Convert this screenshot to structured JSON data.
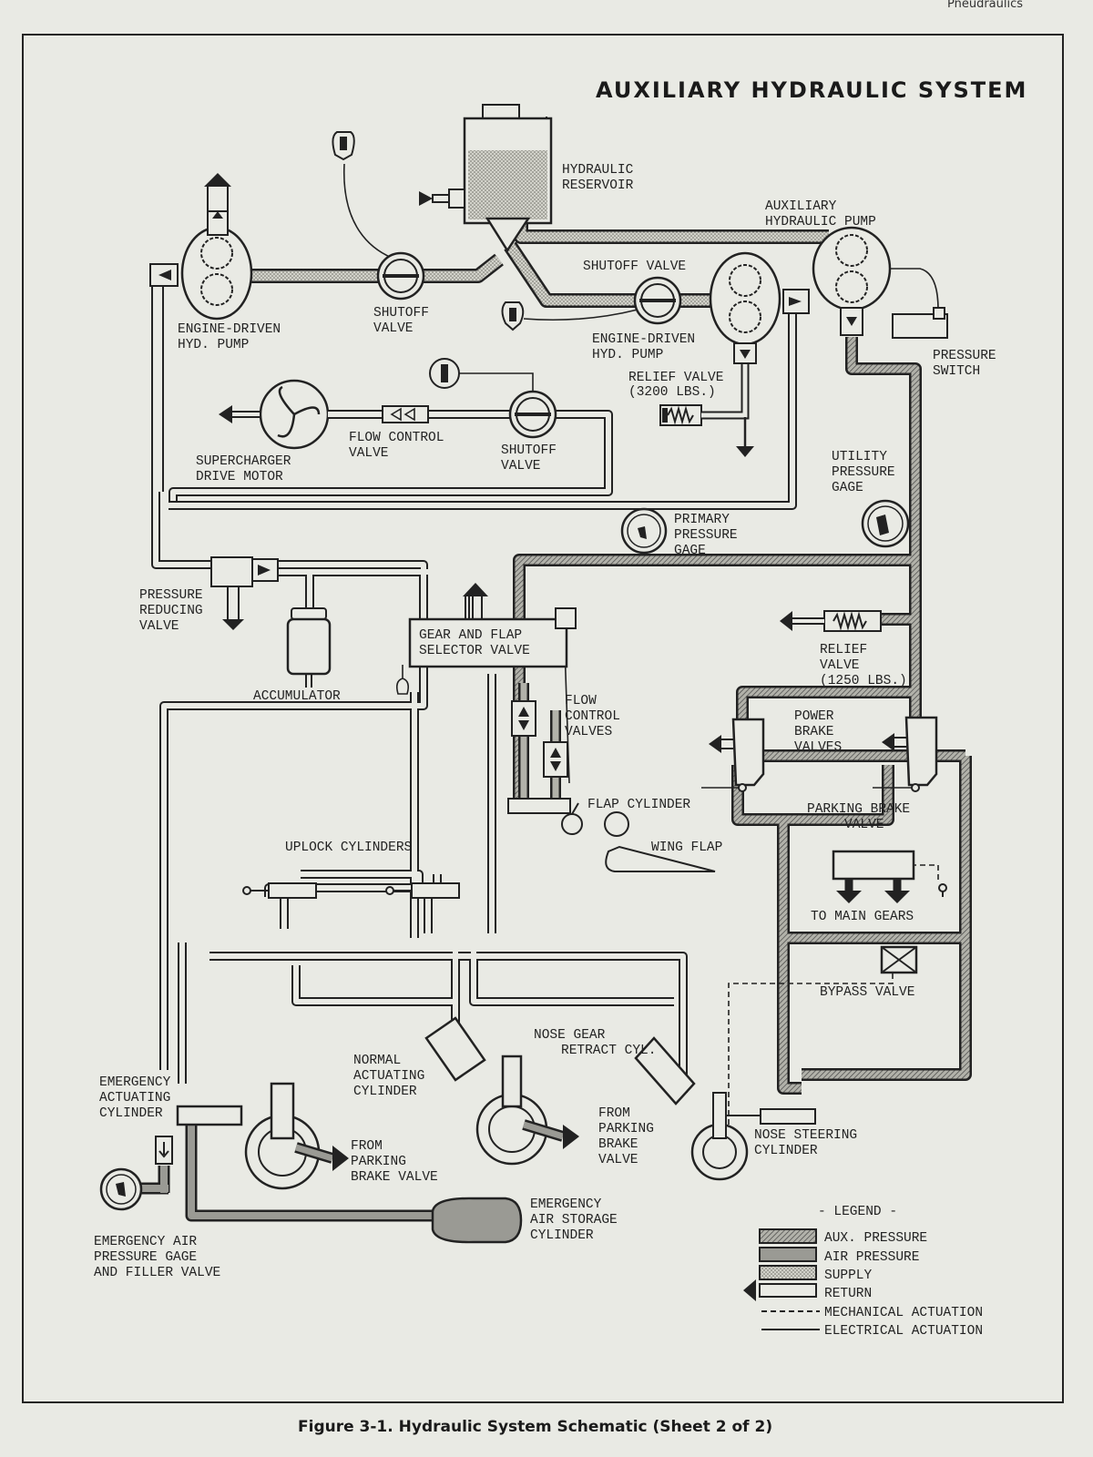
{
  "header": {
    "running_head": "Pneudraulics"
  },
  "title": "AUXILIARY HYDRAULIC SYSTEM",
  "caption": "Figure 3-1. Hydraulic System Schematic (Sheet 2 of 2)",
  "components": {
    "hydraulic_reservoir": [
      "HYDRAULIC",
      "RESERVOIR"
    ],
    "auxiliary_pump": [
      "AUXILIARY",
      "HYDRAULIC PUMP"
    ],
    "shutoff_valve_top": "SHUTOFF VALVE",
    "shutoff_valve_left": [
      "SHUTOFF",
      "VALVE"
    ],
    "engine_pump_left": [
      "ENGINE-DRIVEN",
      "HYD. PUMP"
    ],
    "engine_pump_right": [
      "ENGINE-DRIVEN",
      "HYD. PUMP"
    ],
    "pressure_switch": [
      "PRESSURE",
      "SWITCH"
    ],
    "relief_valve_3200": [
      "RELIEF VALVE",
      "(3200 LBS.)"
    ],
    "flow_control_valve": [
      "FLOW CONTROL",
      "VALVE"
    ],
    "shutoff_valve_mid": [
      "SHUTOFF",
      "VALVE"
    ],
    "supercharger_motor": [
      "SUPERCHARGER",
      "DRIVE MOTOR"
    ],
    "utility_pressure_gage": [
      "UTILITY",
      "PRESSURE",
      "GAGE"
    ],
    "primary_pressure_gage": [
      "PRIMARY",
      "PRESSURE",
      "GAGE"
    ],
    "pressure_reducing_valve": [
      "PRESSURE",
      "REDUCING",
      "VALVE"
    ],
    "accumulator": "ACCUMULATOR",
    "gear_flap_selector": [
      "GEAR AND FLAP",
      "SELECTOR VALVE"
    ],
    "relief_valve_1250": [
      "RELIEF",
      "VALVE",
      "(1250 LBS.)"
    ],
    "flow_control_valves": [
      "FLOW",
      "CONTROL",
      "VALVES"
    ],
    "power_brake_valves": [
      "POWER",
      "BRAKE",
      "VALVES"
    ],
    "flap_cylinder": "FLAP CYLINDER",
    "wing_flap": "WING FLAP",
    "parking_brake_valve": [
      "PARKING BRAKE",
      "VALVE"
    ],
    "uplock_cylinders": "UPLOCK CYLINDERS",
    "to_main_gears": "TO MAIN GEARS",
    "bypass_valve": "BYPASS VALVE",
    "nose_gear_retract": [
      "NOSE GEAR",
      "RETRACT CYL."
    ],
    "normal_actuating": [
      "NORMAL",
      "ACTUATING",
      "CYLINDER"
    ],
    "emergency_actuating": [
      "EMERGENCY",
      "ACTUATING",
      "CYLINDER"
    ],
    "from_parking_left": [
      "FROM",
      "PARKING",
      "BRAKE VALVE"
    ],
    "from_parking_right": [
      "FROM",
      "PARKING",
      "BRAKE",
      "VALVE"
    ],
    "nose_steering": [
      "NOSE STEERING",
      "CYLINDER"
    ],
    "emergency_air_storage": [
      "EMERGENCY",
      "AIR STORAGE",
      "CYLINDER"
    ],
    "emergency_air_gage": [
      "EMERGENCY AIR",
      "PRESSURE GAGE",
      "AND FILLER VALVE"
    ]
  },
  "legend": {
    "title": "- LEGEND -",
    "items": [
      "AUX. PRESSURE",
      "AIR PRESSURE",
      "SUPPLY",
      "RETURN",
      "MECHANICAL ACTUATION",
      "ELECTRICAL ACTUATION"
    ]
  },
  "colors": {
    "paper": "#e9eae4",
    "line": "#222222",
    "air_pressure": "#9a9a94",
    "supply": "#c9c9c0",
    "aux_pressure": "#8c8c86"
  }
}
